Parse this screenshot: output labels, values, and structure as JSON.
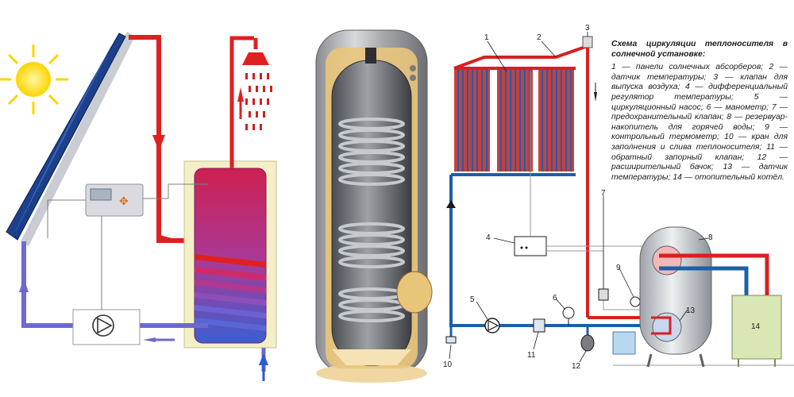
{
  "legend": {
    "title": "Схема циркуляции теплоносителя в солнечной установке:",
    "text": "1 — панели солнечных абсорберов; 2 — датчик температуры; 3 — клапан для выпуска воздуха; 4 — дифференциальный регулятор температуры; 5 — циркуляционный насос; 6 — манометр; 7 — предохранительный клапан; 8 — резервуар-накопитель для горячей воды; 9 — контрольный термометр; 10 — кран для заполнения и слива теплоносителя; 11 — обратный запорный клапан; 12 — расширительный бачок; 13 — датчик температуры; 14 — отопительный котёл."
  },
  "labels": {
    "n1": "1",
    "n2": "2",
    "n3": "3",
    "n4": "4",
    "n5": "5",
    "n6": "6",
    "n7": "7",
    "n8": "8",
    "n9": "9",
    "n10": "10",
    "n11": "11",
    "n12": "12",
    "n13": "13",
    "n14": "14"
  },
  "colors": {
    "hot_pipe": "#e02020",
    "cold_pipe": "#6a6ad0",
    "circuit_blue": "#1c5fa8",
    "circuit_red": "#d82020",
    "collector": "#1d3f8a",
    "tank_beige": "#f3efc6",
    "boiler_green": "#d9e7b4",
    "sun": "#ffd400"
  },
  "icons": {
    "sun": "sun-icon",
    "shower": "shower-icon",
    "pump": "pump-icon",
    "controller": "controller-icon"
  }
}
